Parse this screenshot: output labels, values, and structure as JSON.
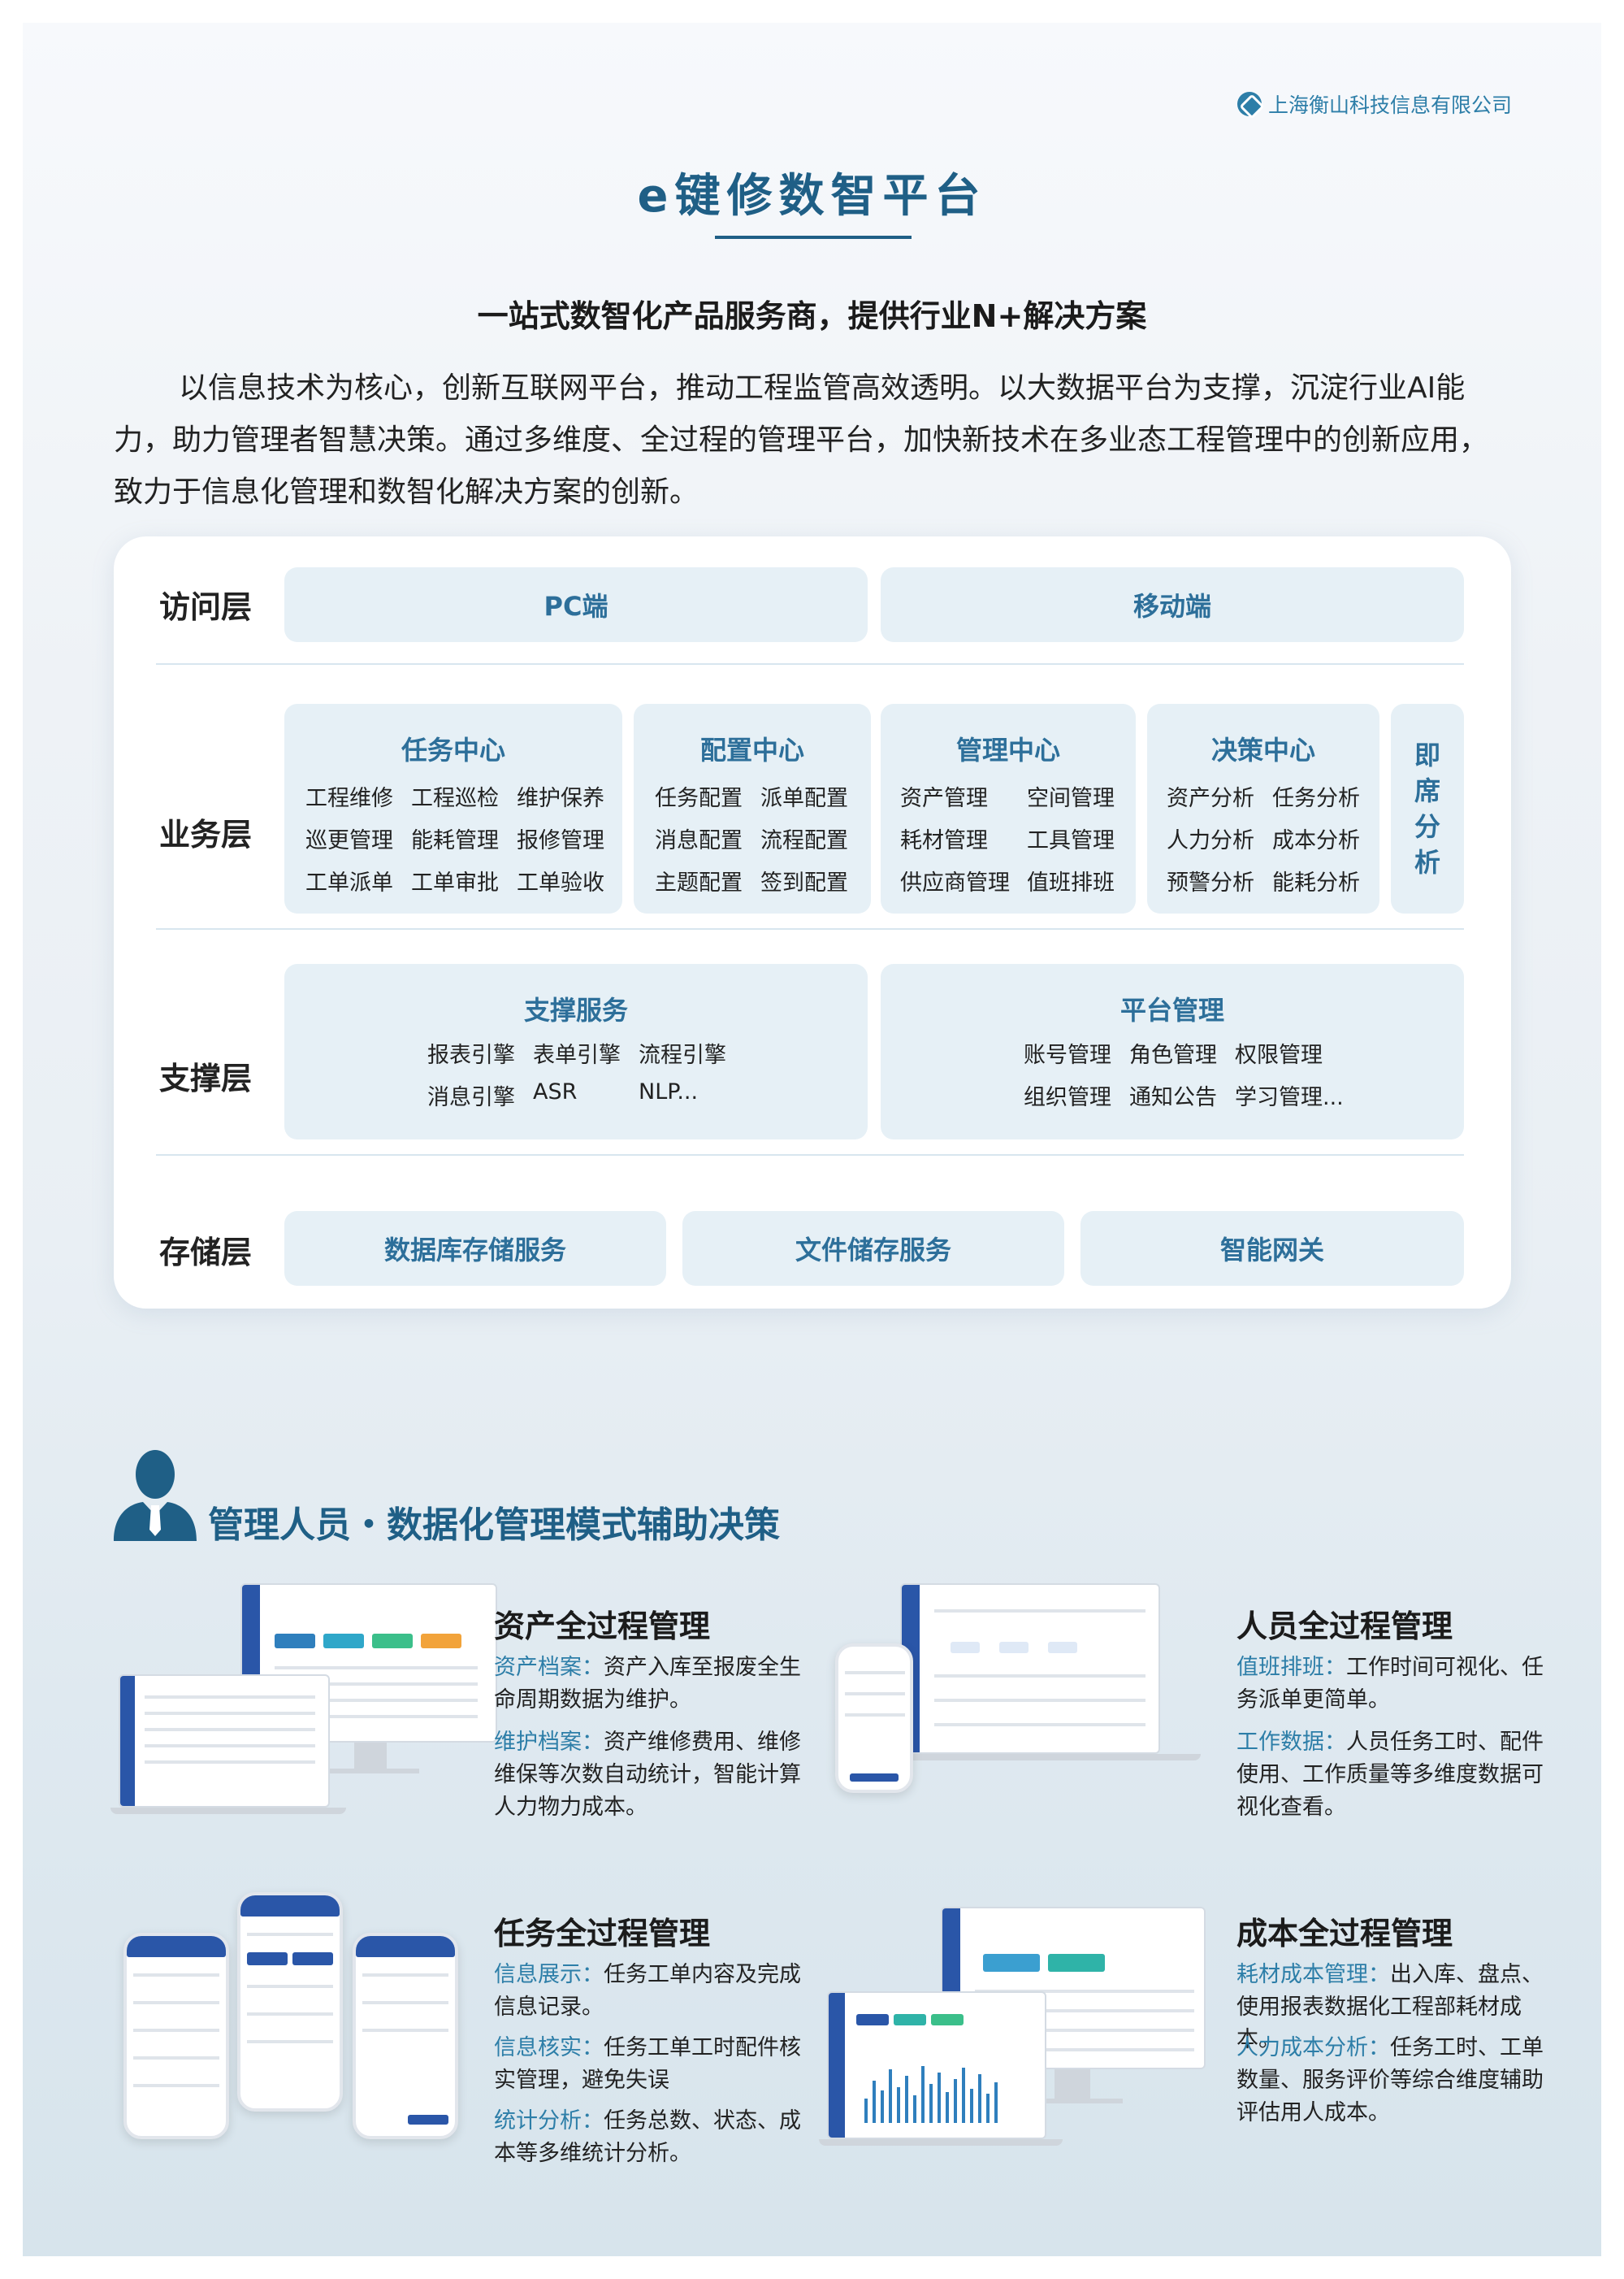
{
  "header": {
    "company": "上海衡山科技信息有限公司",
    "title": "e键修数智平台",
    "subtitle": "一站式数智化产品服务商，提供行业N+解决方案",
    "intro": "以信息技术为核心，创新互联网平台，推动工程监管高效透明。以大数据平台为支撑，沉淀行业AI能力，助力管理者智慧决策。通过多维度、全过程的管理平台，加快新技术在多业态工程管理中的创新应用，致力于信息化管理和数智化解决方案的创新。"
  },
  "architecture": {
    "access": {
      "label": "访问层",
      "pc": "PC端",
      "mobile": "移动端"
    },
    "business": {
      "label": "业务层",
      "groups": [
        {
          "title": "任务中心",
          "items": [
            "工程维修",
            "工程巡检",
            "维护保养",
            "巡更管理",
            "能耗管理",
            "报修管理",
            "工单派单",
            "工单审批",
            "工单验收"
          ]
        },
        {
          "title": "配置中心",
          "items": [
            "任务配置",
            "派单配置",
            "消息配置",
            "流程配置",
            "主题配置",
            "签到配置"
          ]
        },
        {
          "title": "管理中心",
          "items": [
            "资产管理",
            "空间管理",
            "耗材管理",
            "工具管理",
            "供应商管理",
            "值班排班"
          ]
        },
        {
          "title": "决策中心",
          "items": [
            "资产分析",
            "任务分析",
            "人力分析",
            "成本分析",
            "预警分析",
            "能耗分析"
          ]
        }
      ],
      "side": [
        "即",
        "席",
        "分",
        "析"
      ]
    },
    "support": {
      "label": "支撑层",
      "services": {
        "title": "支撑服务",
        "items": [
          "报表引擎",
          "表单引擎",
          "流程引擎",
          "消息引擎",
          "ASR",
          "NLP..."
        ]
      },
      "platform": {
        "title": "平台管理",
        "items": [
          "账号管理",
          "角色管理",
          "权限管理",
          "组织管理",
          "通知公告",
          "学习管理..."
        ]
      }
    },
    "storage": {
      "label": "存储层",
      "items": [
        "数据库存储服务",
        "文件储存服务",
        "智能网关"
      ]
    }
  },
  "manager": {
    "title": "管理人员・数据化管理模式辅助决策",
    "features": {
      "asset": {
        "title": "资产全过程管理",
        "p1_key": "资产档案：",
        "p1_text": "资产入库至报废全生命周期数据为维护。",
        "p2_key": "维护档案：",
        "p2_text": "资产维修费用、维修维保等次数自动统计，智能计算人力物力成本。"
      },
      "staff": {
        "title": "人员全过程管理",
        "p1_key": "值班排班：",
        "p1_text": "工作时间可视化、任务派单更简单。",
        "p2_key": "工作数据：",
        "p2_text": "人员任务工时、配件使用、工作质量等多维度数据可视化查看。"
      },
      "task": {
        "title": "任务全过程管理",
        "p1_key": "信息展示：",
        "p1_text": "任务工单内容及完成信息记录。",
        "p2_key": "信息核实：",
        "p2_text": "任务工单工时配件核实管理，避免失误",
        "p3_key": "统计分析：",
        "p3_text": "任务总数、状态、成本等多维统计分析。"
      },
      "cost": {
        "title": "成本全过程管理",
        "p1_key": "耗材成本管理：",
        "p1_text": "出入库、盘点、使用报表数据化工程部耗材成本。",
        "p2_key": "人力成本分析：",
        "p2_text": "任务工时、工单数量、服务评价等综合维度辅助评估用人成本。"
      }
    }
  },
  "colors": {
    "accent": "#1f5f86",
    "highlight": "#2d7ea8",
    "block": "#e6f0f6",
    "sidebar": "#2a56a8"
  },
  "icons": [
    "company-logo-icon",
    "manager-person-icon"
  ]
}
